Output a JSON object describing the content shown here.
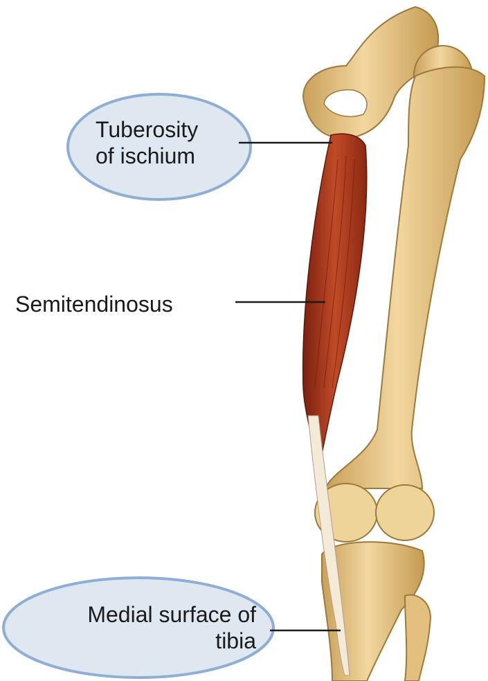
{
  "labels": {
    "ischium": {
      "line1": "Tuberosity",
      "line2": "of ischium"
    },
    "muscle": "Semitendinosus",
    "tibia": {
      "line1": "Medial surface of",
      "line2": "tibia"
    }
  },
  "colors": {
    "bone": "#e9c98a",
    "bone_shadow": "#b8924d",
    "bone_highlight": "#fbebc4",
    "muscle": "#a8361d",
    "muscle_dark": "#6e1d0e",
    "tendon": "#f3ead8",
    "bubble_fill": "#dfe7f1",
    "bubble_stroke": "#8eaed6",
    "leader": "#1a1a1a"
  }
}
